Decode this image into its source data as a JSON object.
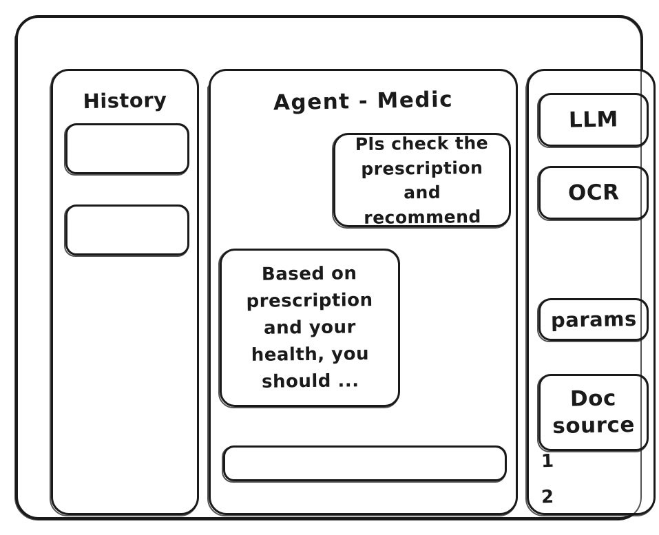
{
  "window": {
    "name": "agent-wireframe-window"
  },
  "history": {
    "title": "History",
    "items": [
      {
        "label": ""
      },
      {
        "label": ""
      }
    ]
  },
  "chat": {
    "title": "Agent - Medic",
    "messages": [
      {
        "role": "user",
        "text": "Pls check the\nprescription\nand recommend"
      },
      {
        "role": "assistant",
        "text": "Based on\nprescription\nand your\nhealth, you\nshould ..."
      }
    ],
    "composer": {
      "value": "",
      "placeholder": ""
    }
  },
  "tools": {
    "cards": [
      {
        "label": "LLM"
      },
      {
        "label": "OCR"
      },
      {
        "label": "params"
      },
      {
        "label": "Doc\nsource"
      }
    ],
    "doc_source_items": [
      {
        "label": "1"
      },
      {
        "label": "2"
      }
    ]
  },
  "colors": {
    "stroke": "#1a1a1a",
    "background": "#ffffff"
  }
}
